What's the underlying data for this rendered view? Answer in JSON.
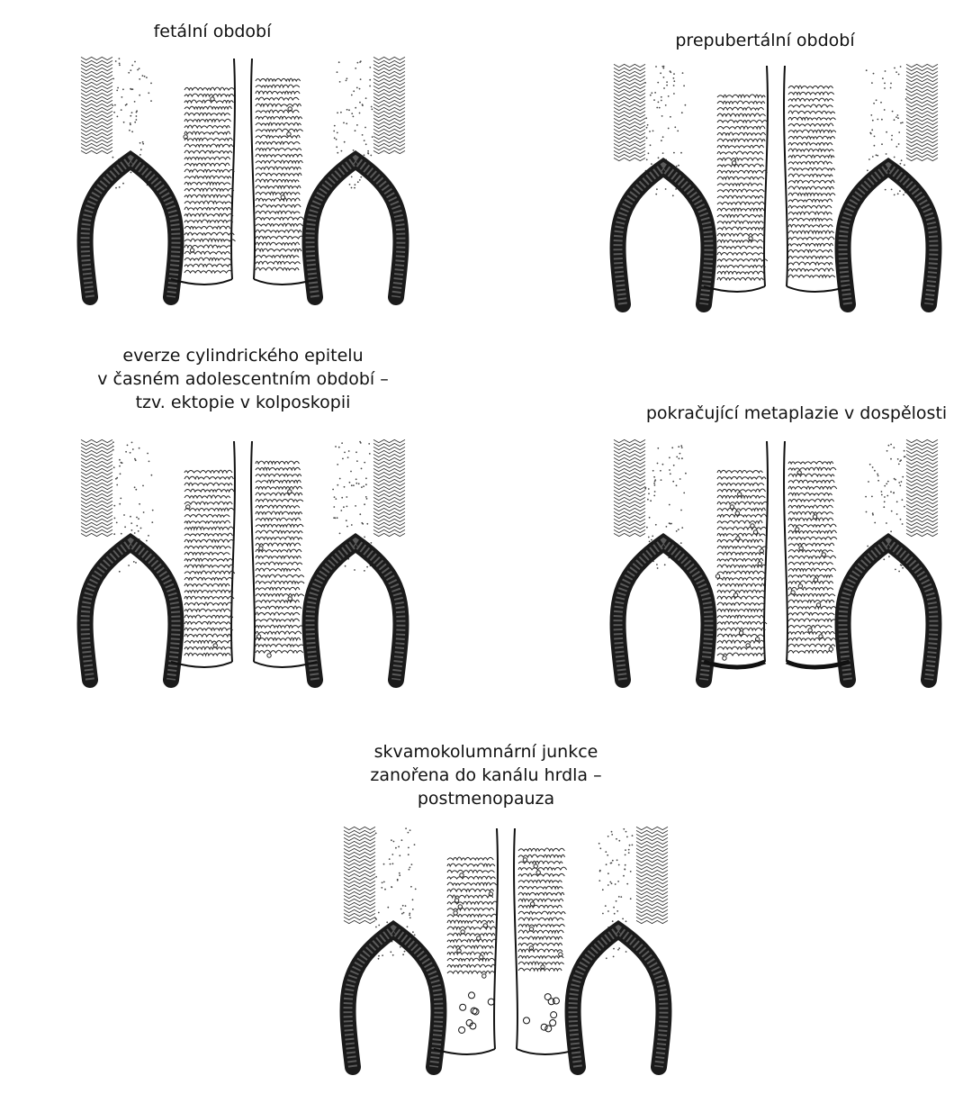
{
  "panels": [
    {
      "id": "fetal",
      "caption": [
        "fetální období"
      ]
    },
    {
      "id": "prepubertal",
      "caption": [
        "prepubertální období"
      ]
    },
    {
      "id": "adolescent",
      "caption": [
        "everze cylindrického epitelu",
        "v časném adolescentním období –",
        "tzv. ektopie v kolposkopii"
      ]
    },
    {
      "id": "adult",
      "caption": [
        "pokračující metaplazie v dospělosti"
      ]
    },
    {
      "id": "postmenopause",
      "caption": [
        "skvamokolumnární junkce",
        "zanořena do kanálu hrdla –",
        "postmenopauza"
      ]
    }
  ]
}
